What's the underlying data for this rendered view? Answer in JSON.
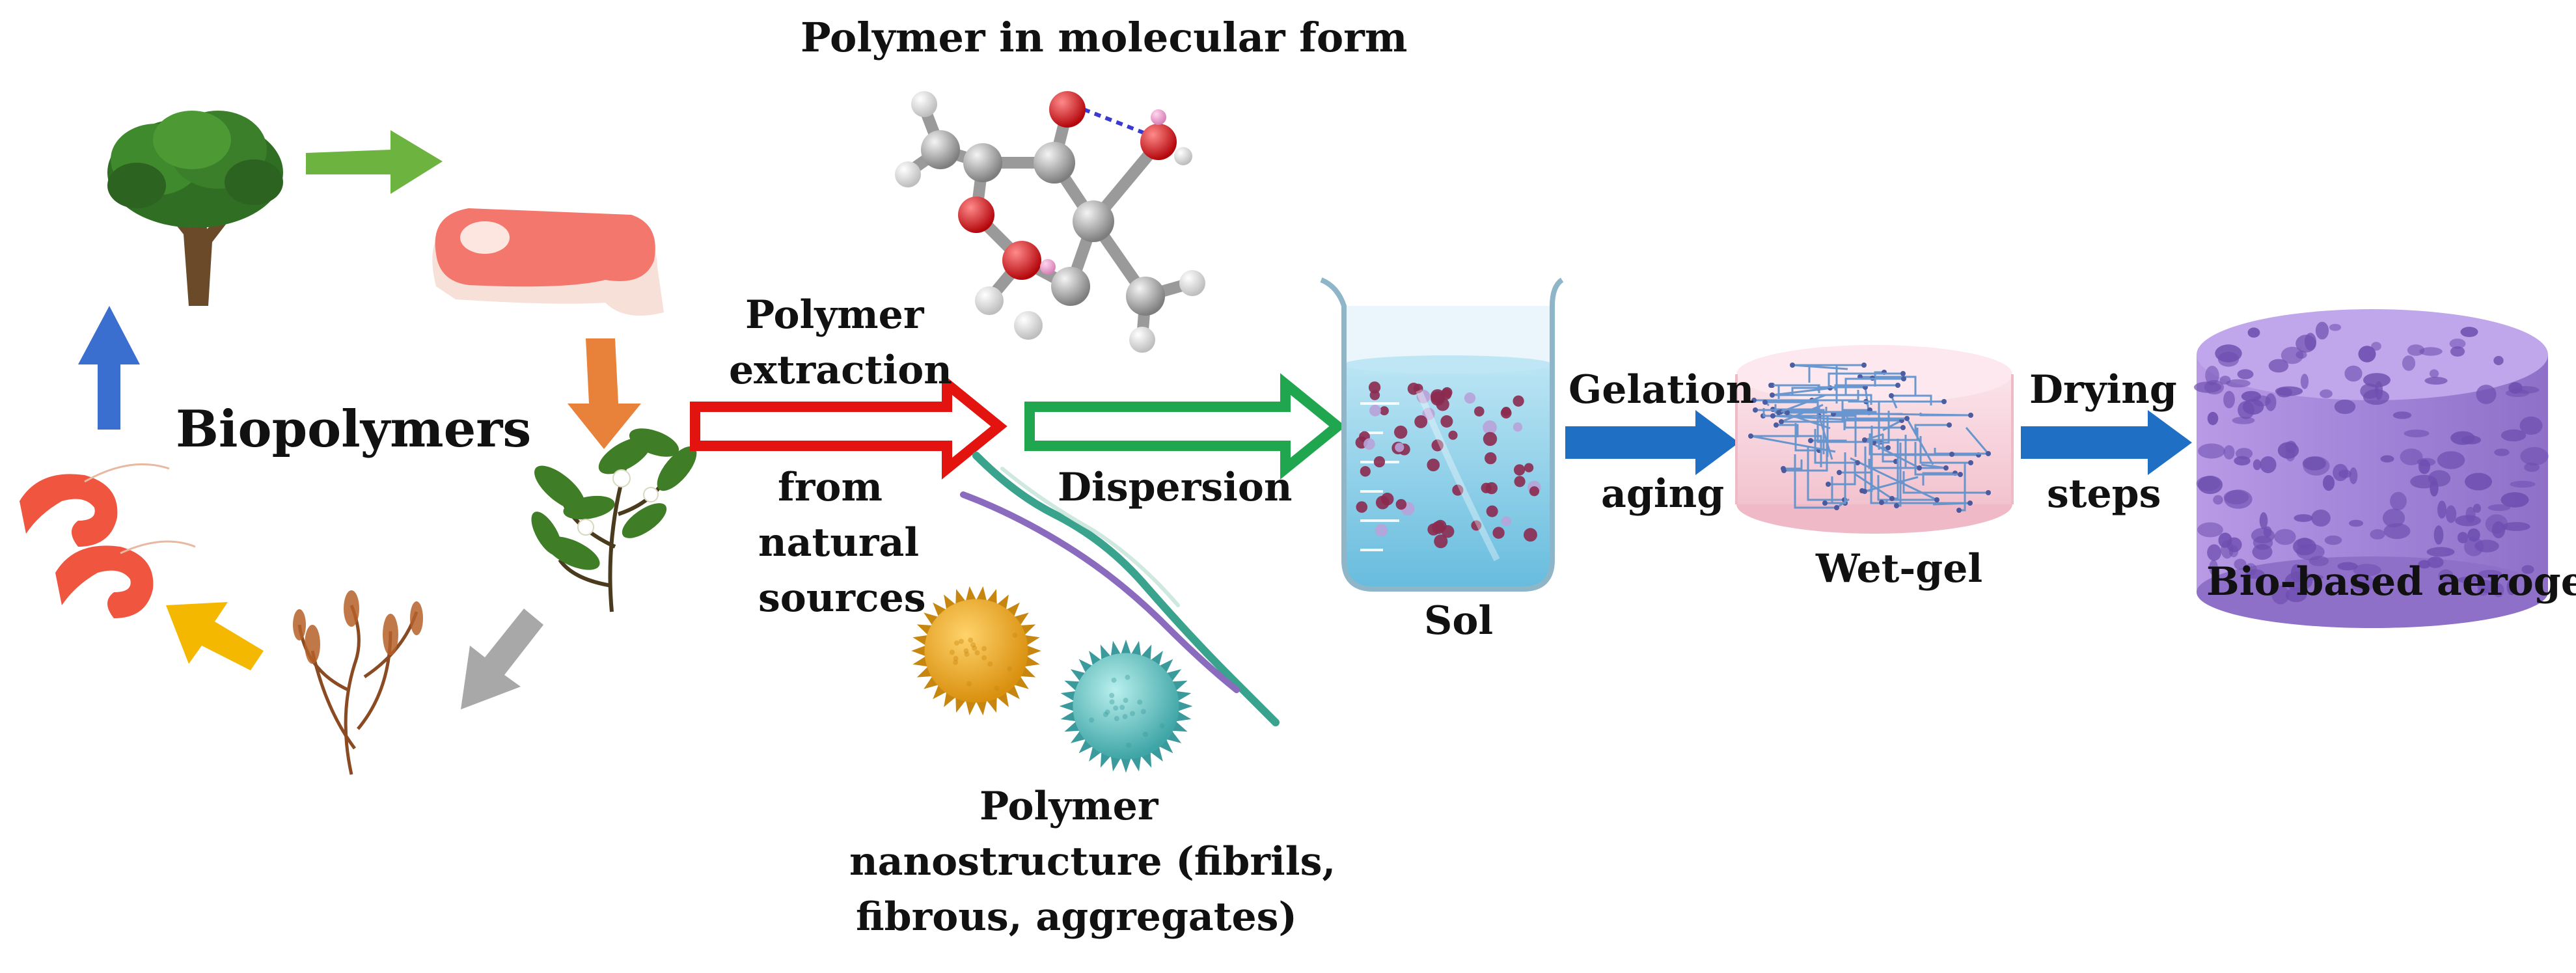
{
  "labels": {
    "molecular_form": "Polymer in molecular form",
    "biopolymers": "Biopolymers",
    "extraction_line1": "Polymer",
    "extraction_line2": "extraction",
    "sources_line1": "from",
    "sources_line2": "natural",
    "sources_line3": "sources",
    "dispersion": "Dispersion",
    "sol": "Sol",
    "gelation": "Gelation",
    "aging": "aging",
    "wet_gel": "Wet-gel",
    "drying": "Drying",
    "steps": "steps",
    "aerogel": "Bio-based aerogel",
    "nano_line1": "Polymer",
    "nano_line2": "nanostructure (fibrils,",
    "nano_line3": "fibrous, aggregates)"
  },
  "icons": [
    "tree-icon",
    "meat-icon",
    "plant-icon",
    "seaweed-icon",
    "shrimp-icon",
    "molecule-icon",
    "beaker-icon",
    "wet-gel-icon",
    "aerogel-icon",
    "nanoparticle-icon",
    "fibril-icon"
  ],
  "colors": {
    "cycle_green": "#6db33f",
    "cycle_orange": "#e8823a",
    "cycle_gray": "#a8a8a8",
    "cycle_yellow": "#f5b800",
    "cycle_blue": "#3a6fd0",
    "extraction_arrow": "#e3130f",
    "dispersion_arrow": "#21a650",
    "process_arrow": "#1f6fc4",
    "aerogel": "#a58ad8",
    "sol_liquid": "#9fd8ee"
  }
}
